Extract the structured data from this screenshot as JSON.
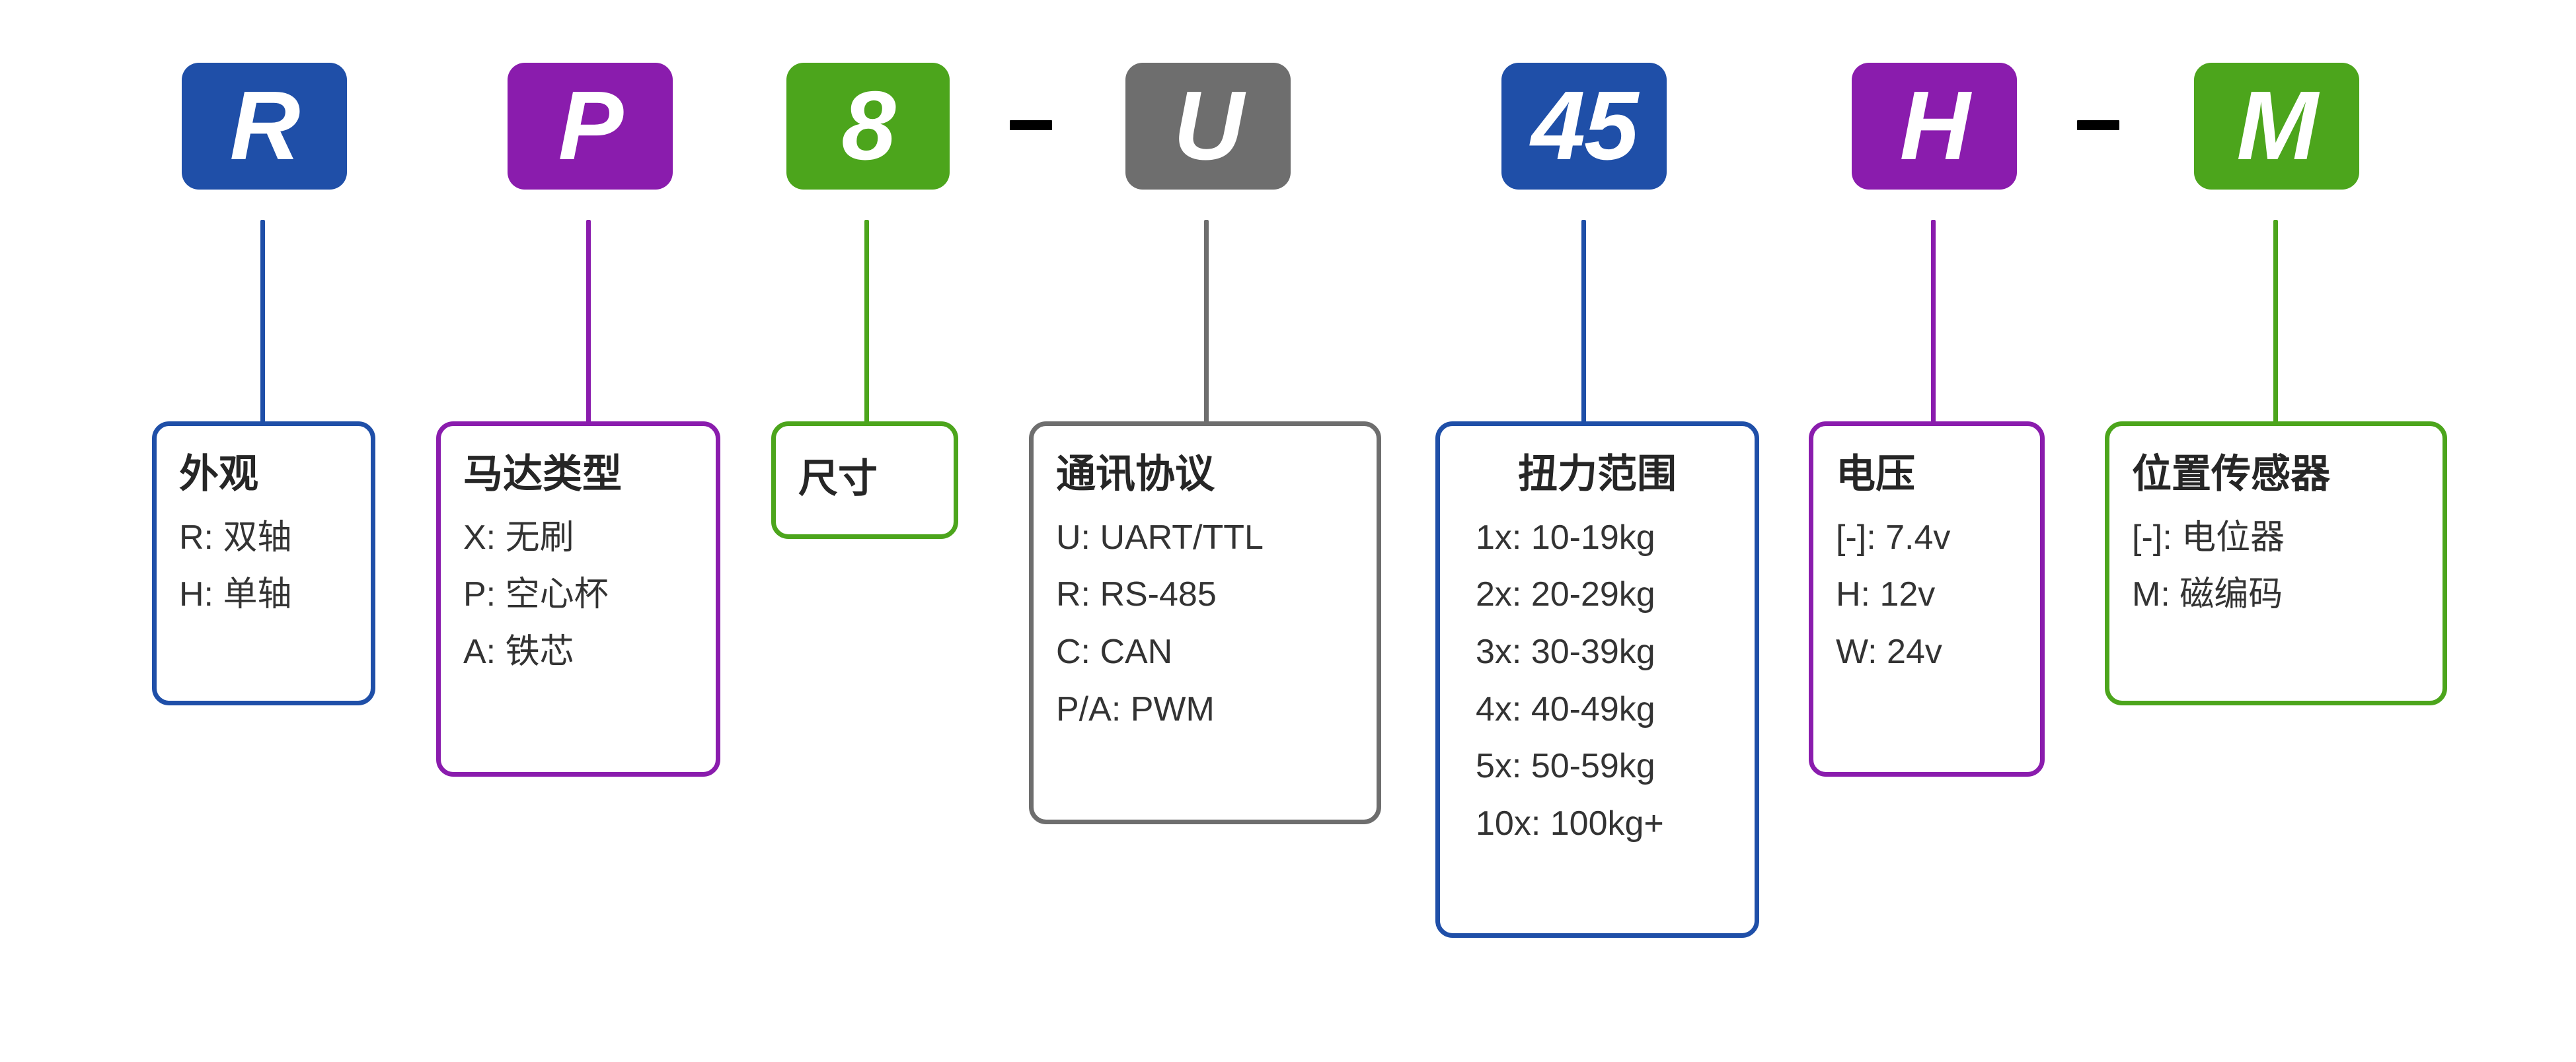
{
  "colors": {
    "blue": "#1f4fa8",
    "purple": "#8a1cad",
    "green": "#4ca51c",
    "gray": "#6e6e6e",
    "dash": "#000000",
    "title_text": "#262626",
    "item_text": "#333333"
  },
  "code": {
    "segments": [
      {
        "label": "R",
        "color_key": "blue"
      },
      {
        "label": "P",
        "color_key": "purple"
      },
      {
        "label": "8",
        "color_key": "green"
      },
      {
        "label": "U",
        "color_key": "gray"
      },
      {
        "label": "45",
        "color_key": "blue"
      },
      {
        "label": "H",
        "color_key": "purple"
      },
      {
        "label": "M",
        "color_key": "green"
      }
    ],
    "separators": [
      "-",
      "-"
    ]
  },
  "cards": [
    {
      "title": "外观",
      "items": [
        "R: 双轴",
        "H: 单轴"
      ],
      "color_key": "blue"
    },
    {
      "title": "马达类型",
      "items": [
        "X: 无刷",
        "P: 空心杯",
        "A: 铁芯"
      ],
      "color_key": "purple"
    },
    {
      "title": "尺寸",
      "items": [],
      "color_key": "green"
    },
    {
      "title": "通讯协议",
      "items": [
        "U: UART/TTL",
        "R: RS-485",
        "C: CAN",
        "P/A: PWM"
      ],
      "color_key": "gray"
    },
    {
      "title": "扭力范围",
      "items": [
        "1x: 10-19kg",
        "2x: 20-29kg",
        "3x: 30-39kg",
        "4x: 40-49kg",
        "5x: 50-59kg",
        "10x: 100kg+"
      ],
      "color_key": "blue"
    },
    {
      "title": "电压",
      "items": [
        "[-]: 7.4v",
        "H: 12v",
        "W: 24v"
      ],
      "color_key": "purple"
    },
    {
      "title": "位置传感器",
      "items": [
        "[-]: 电位器",
        "M: 磁编码"
      ],
      "color_key": "green"
    }
  ]
}
